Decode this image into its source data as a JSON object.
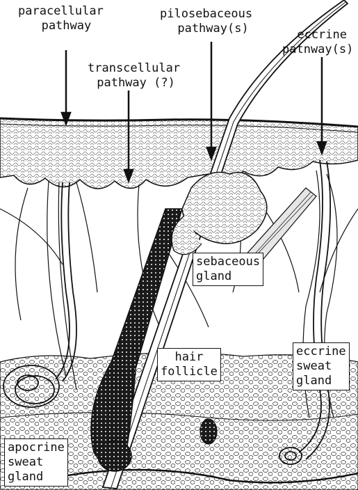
{
  "labels": {
    "paracellular": [
      "paracellular",
      "pathway"
    ],
    "pilosebaceous": [
      "pilosebaceous",
      "pathway(s)"
    ],
    "transcellular": [
      "transcellular",
      "pathway (?)"
    ],
    "eccrine_pathway": [
      "eccrine",
      "patnway(s)"
    ],
    "sebaceous_gland": [
      "sebaceous",
      "gland"
    ],
    "hair_follicle": [
      "hair",
      "follicle"
    ],
    "eccrine_gland": [
      "eccrine",
      "sweat",
      "gland"
    ],
    "apocrine_gland": [
      "apocrine",
      "sweat",
      "gland"
    ]
  },
  "colors": {
    "ink": "#111111",
    "paper": "#ffffff",
    "tissue_shade": "#d8d8d8"
  }
}
